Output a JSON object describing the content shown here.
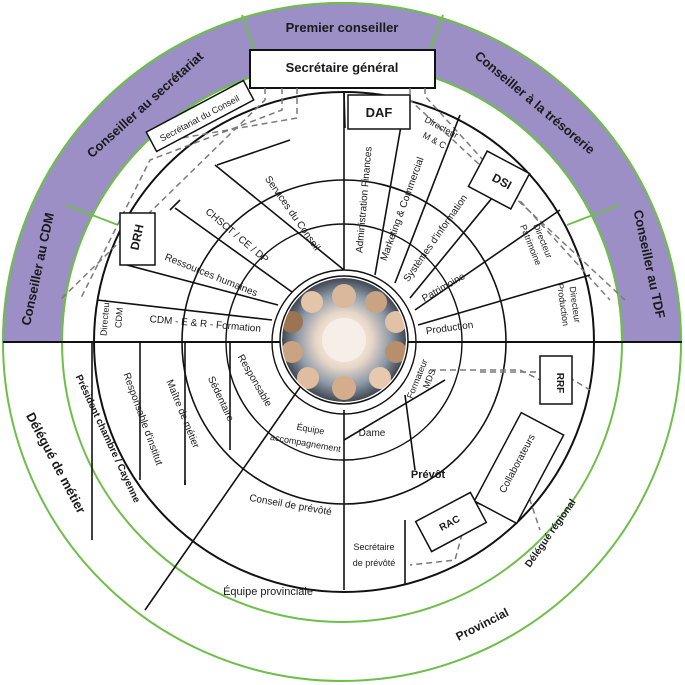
{
  "colors": {
    "band": "#9c8fc6",
    "ring_green": "#6dbf4a",
    "line": "#111111",
    "dash": "#7a7a7a",
    "text": "#1a1a1a"
  },
  "top_band": {
    "premier_conseiller": "Premier conseiller",
    "conseiller_secretariat": "Conseiller au secrétariat",
    "conseiller_tresorerie": "Conseiller à la trésorerie",
    "conseiller_cdm": "Conseiller au CDM",
    "conseiller_tdf": "Conseiller au TDF"
  },
  "outer_bottom": {
    "delegue_metier": "Délégué de métier",
    "provincial": "Provincial"
  },
  "secretary_general": "Secrétaire général",
  "left_top": {
    "secretariat_conseil": "Secrétariat du Conseil",
    "services_conseil": "Services du Conseil",
    "chsct": "CHSCT / CE / DP",
    "ressources_humaines": "Ressources humaines",
    "drh": "DRH",
    "directeur_cdm_1": "Directeur",
    "directeur_cdm_2": "CDM",
    "cdm_formation": "CDM - E & R - Formation"
  },
  "right_top": {
    "daf": "DAF",
    "administration_finances": "Administration Finances",
    "directeur_mc_1": "Directeur",
    "directeur_mc_2": "M & C",
    "marketing": "Marketing & Commercial",
    "dsi": "DSI",
    "systemes_info": "Systèmes d'information",
    "directeur_patrimoine_1": "Directeur",
    "directeur_patrimoine_2": "Patrimoine",
    "patrimoine": "Patrimoine",
    "directeur_production_1": "Directeur",
    "directeur_production_2": "Production",
    "production": "Production"
  },
  "left_bottom": {
    "president": "Président chambre / Cayenne",
    "responsable_institut": "Responsable d'institut",
    "maitre_metier": "Maître de métier",
    "sedentaire": "Sédentaire",
    "responsable": "Responsable",
    "equipe_accomp_1": "Équipe",
    "equipe_accomp_2": "accompagnement",
    "conseil_prevote": "Conseil de prévôté",
    "equipe_provinciale": "Équipe provinciale"
  },
  "right_bottom": {
    "formateur_1": "Formateur",
    "formateur_2": "MDS",
    "rrf": "RRF",
    "dame": "Dame",
    "prevot": "Prévôt",
    "collaborateurs": "Collaborateurs",
    "rac": "RAC",
    "secretaire_prevote_1": "Secrétaire",
    "secretaire_prevote_2": "de prévôté",
    "delegue_regional": "Délégué régional"
  },
  "center_photo_icon": "team-photo-icon"
}
